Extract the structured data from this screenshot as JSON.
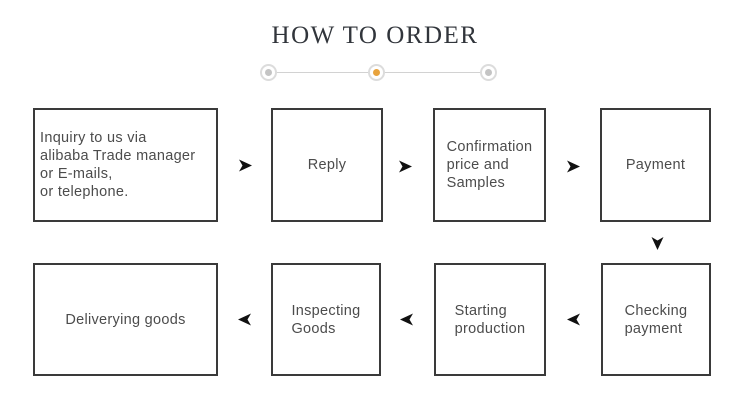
{
  "page": {
    "title": "HOW TO ORDER",
    "background_color": "#ffffff"
  },
  "stepper": {
    "dots": [
      {
        "state": "inactive"
      },
      {
        "state": "active"
      },
      {
        "state": "inactive"
      }
    ],
    "active_color": "#E8A33D",
    "inactive_color": "#C4C4C4",
    "ring_color": "#DCDCDC",
    "line_color": "#D2D2D2"
  },
  "flow": {
    "box_border_color": "#3A3A3A",
    "text_color": "#4C4C4C",
    "arrow_color": "#111111",
    "steps": [
      {
        "label": "Inquiry to us via\nalibaba Trade manager\nor E-mails,\nor telephone."
      },
      {
        "label": "Reply"
      },
      {
        "label": "Confirmation\nprice and\nSamples"
      },
      {
        "label": "Payment"
      },
      {
        "label": "Checking\npayment"
      },
      {
        "label": "Starting\nproduction"
      },
      {
        "label": "Inspecting\nGoods"
      },
      {
        "label": "Deliverying goods"
      }
    ]
  }
}
